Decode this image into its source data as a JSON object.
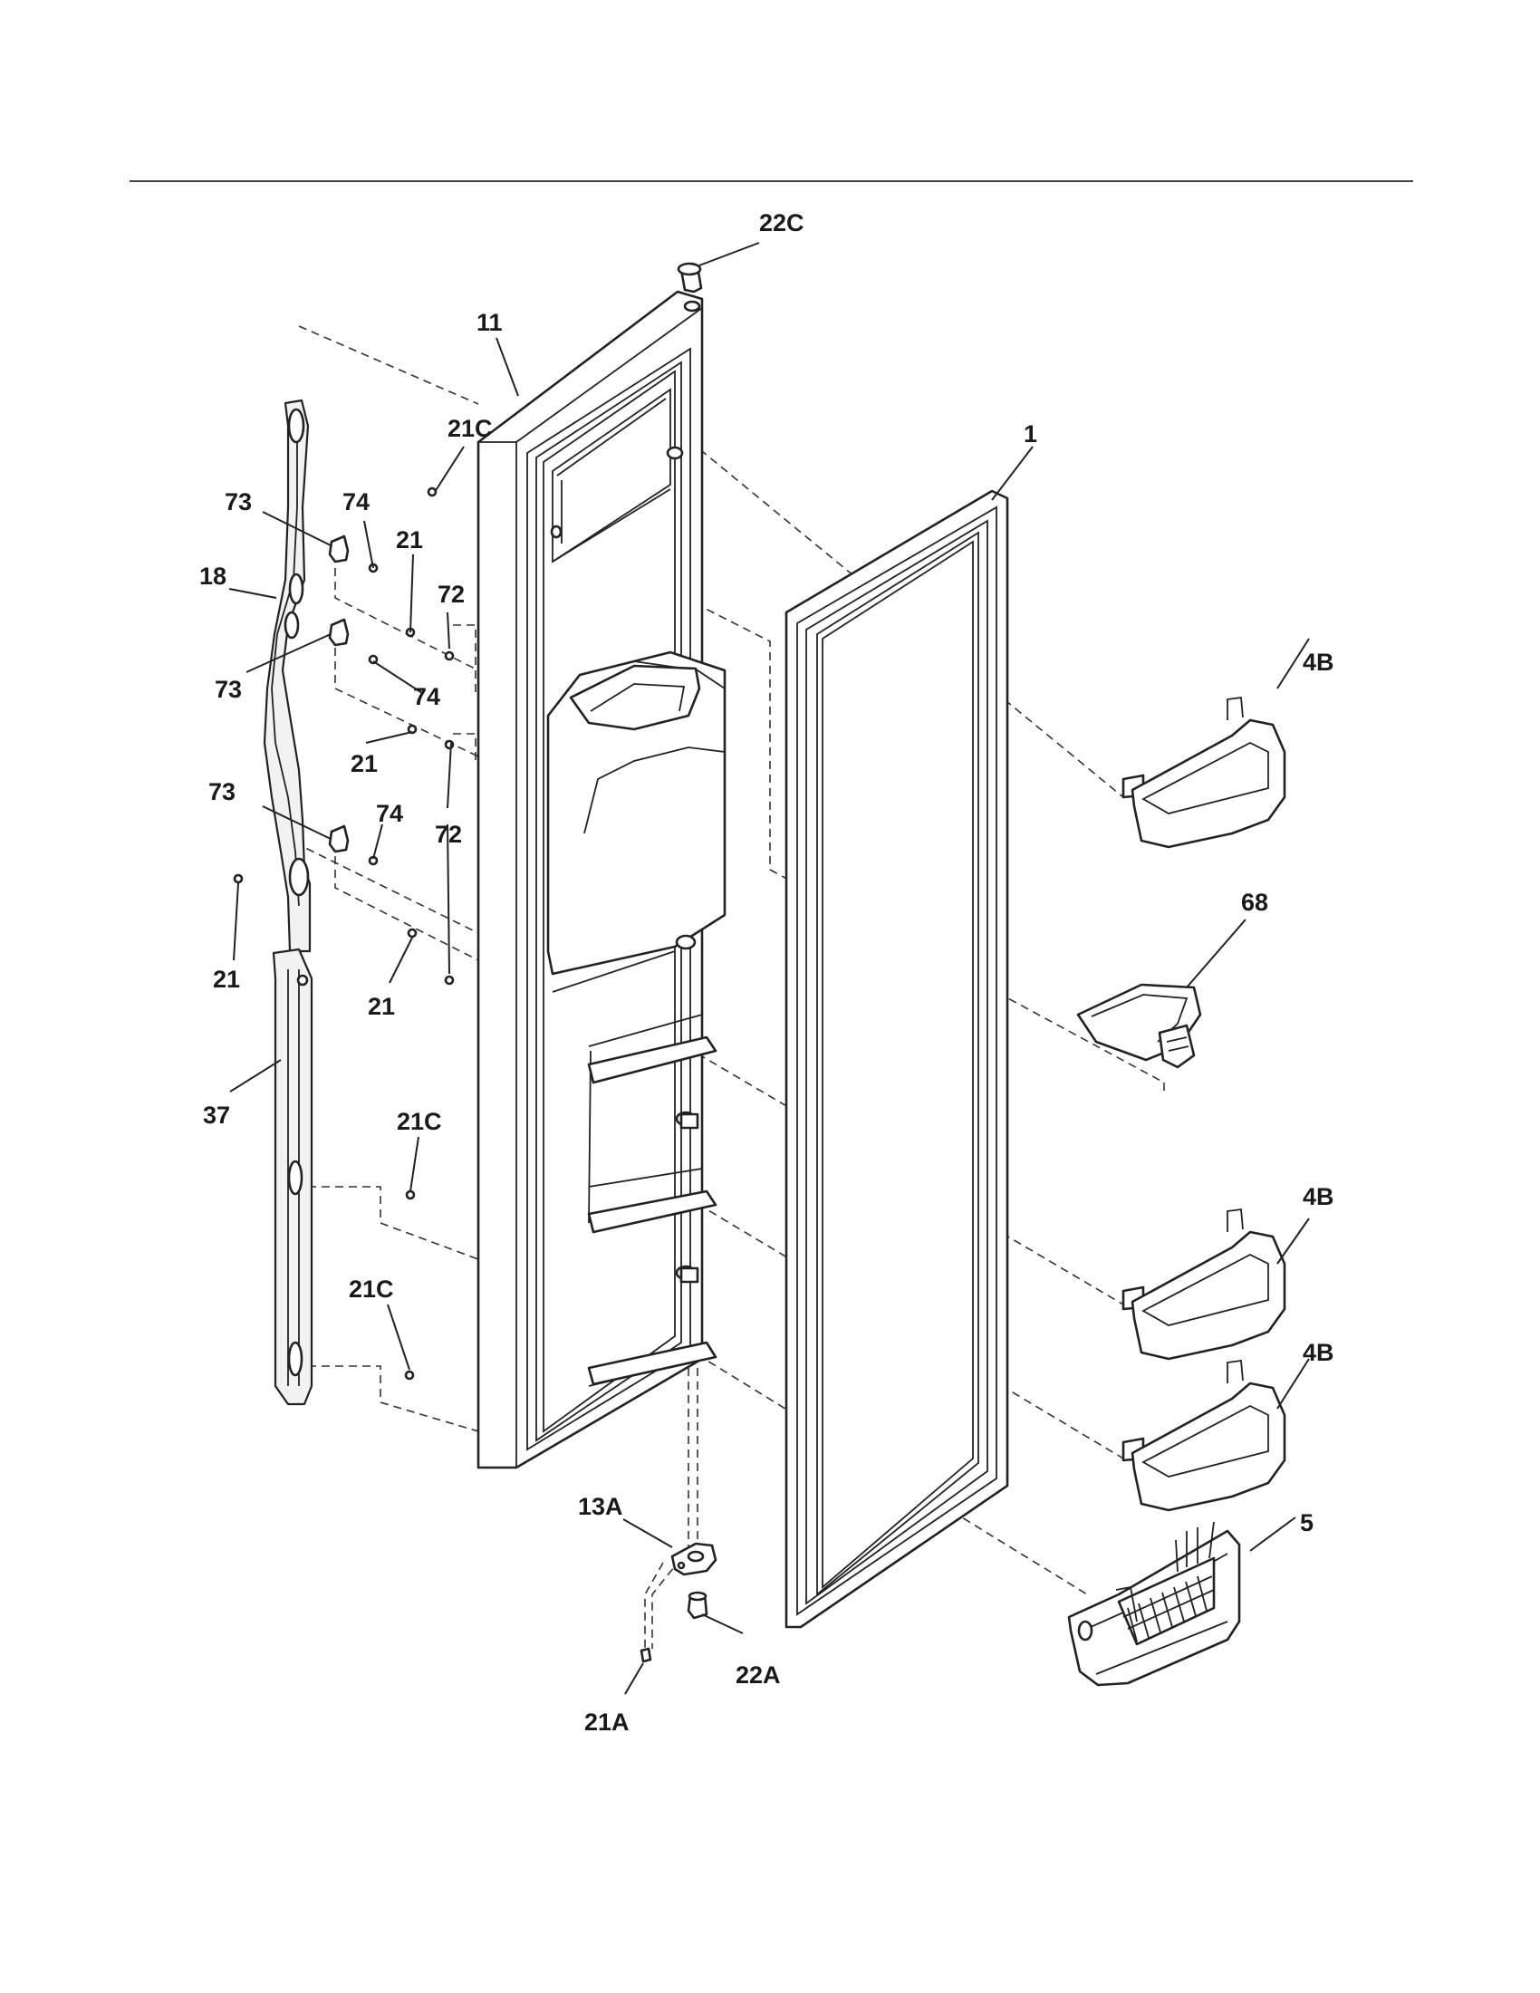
{
  "callouts": {
    "c22C": "22C",
    "c11": "11",
    "c21C_top": "21C",
    "c1": "1",
    "c73_a": "73",
    "c74_a": "74",
    "c21_a": "21",
    "c18": "18",
    "c72_a": "72",
    "c73_b": "73",
    "c74_b": "74",
    "c21_b": "21",
    "c73_c": "73",
    "c74_c": "74",
    "c72_b": "72",
    "c21_c": "21",
    "c21_d": "21",
    "c37": "37",
    "c21C_mid": "21C",
    "c21C_low": "21C",
    "c4B_a": "4B",
    "c68": "68",
    "c4B_b": "4B",
    "c4B_c": "4B",
    "c5": "5",
    "c13A": "13A",
    "c22A": "22A",
    "c21A": "21A"
  }
}
